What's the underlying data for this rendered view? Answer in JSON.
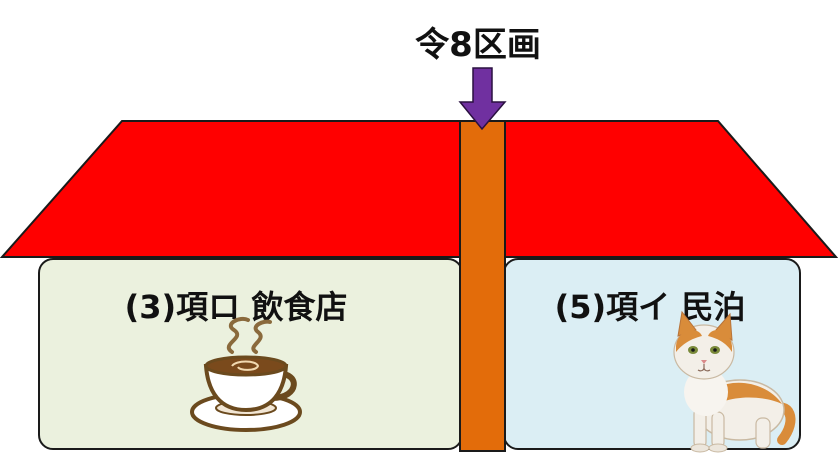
{
  "diagram": {
    "top_label": "令8区画",
    "left_room_label": "(3)項ロ 飲食店",
    "right_room_label": "(5)項イ 民泊",
    "colors": {
      "roof": "#ff0000",
      "partition": "#e36c0a",
      "arrow": "#7030a0",
      "left_room_fill": "#ebf1de",
      "right_room_fill": "#dbeef4",
      "outline": "#1a1a1a"
    },
    "icons": {
      "left_room": "coffee-cup-icon",
      "right_room": "cat-image"
    }
  }
}
